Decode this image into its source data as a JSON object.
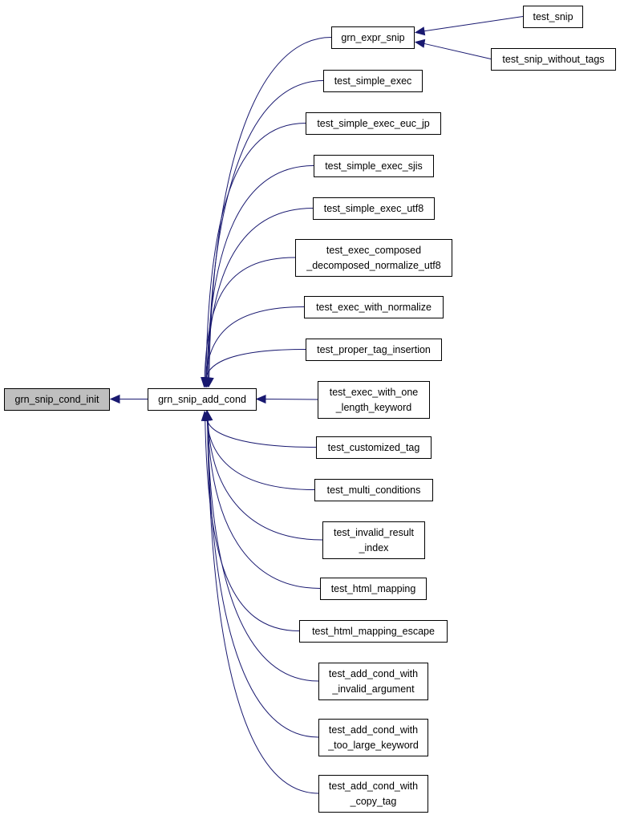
{
  "colors": {
    "edge": "#191970",
    "node_fill": "#ffffff",
    "node_highlight_fill": "#bfbfbf",
    "node_border": "#000000"
  },
  "nodes": [
    {
      "id": "grn_snip_cond_init",
      "lines": [
        "grn_snip_cond_init"
      ],
      "highlight": true
    },
    {
      "id": "grn_snip_add_cond",
      "lines": [
        "grn_snip_add_cond"
      ]
    },
    {
      "id": "grn_expr_snip",
      "lines": [
        "grn_expr_snip"
      ]
    },
    {
      "id": "test_snip",
      "lines": [
        "test_snip"
      ]
    },
    {
      "id": "test_snip_without_tags",
      "lines": [
        "test_snip_without_tags"
      ]
    },
    {
      "id": "test_simple_exec",
      "lines": [
        "test_simple_exec"
      ]
    },
    {
      "id": "test_simple_exec_euc_jp",
      "lines": [
        "test_simple_exec_euc_jp"
      ]
    },
    {
      "id": "test_simple_exec_sjis",
      "lines": [
        "test_simple_exec_sjis"
      ]
    },
    {
      "id": "test_simple_exec_utf8",
      "lines": [
        "test_simple_exec_utf8"
      ]
    },
    {
      "id": "test_exec_composed_decomposed",
      "lines": [
        "test_exec_composed",
        "_decomposed_normalize_utf8"
      ]
    },
    {
      "id": "test_exec_with_normalize",
      "lines": [
        "test_exec_with_normalize"
      ]
    },
    {
      "id": "test_proper_tag_insertion",
      "lines": [
        "test_proper_tag_insertion"
      ]
    },
    {
      "id": "test_exec_with_one_length_keyword",
      "lines": [
        "test_exec_with_one",
        "_length_keyword"
      ]
    },
    {
      "id": "test_customized_tag",
      "lines": [
        "test_customized_tag"
      ]
    },
    {
      "id": "test_multi_conditions",
      "lines": [
        "test_multi_conditions"
      ]
    },
    {
      "id": "test_invalid_result_index",
      "lines": [
        "test_invalid_result",
        "_index"
      ]
    },
    {
      "id": "test_html_mapping",
      "lines": [
        "test_html_mapping"
      ]
    },
    {
      "id": "test_html_mapping_escape",
      "lines": [
        "test_html_mapping_escape"
      ]
    },
    {
      "id": "test_add_cond_with_invalid_argument",
      "lines": [
        "test_add_cond_with",
        "_invalid_argument"
      ]
    },
    {
      "id": "test_add_cond_with_too_large_keyword",
      "lines": [
        "test_add_cond_with",
        "_too_large_keyword"
      ]
    },
    {
      "id": "test_add_cond_with_copy_tag",
      "lines": [
        "test_add_cond_with",
        "_copy_tag"
      ]
    }
  ],
  "edges": [
    {
      "from": "grn_snip_add_cond",
      "to": "grn_snip_cond_init"
    },
    {
      "from": "grn_expr_snip",
      "to": "grn_snip_add_cond"
    },
    {
      "from": "test_simple_exec",
      "to": "grn_snip_add_cond"
    },
    {
      "from": "test_simple_exec_euc_jp",
      "to": "grn_snip_add_cond"
    },
    {
      "from": "test_simple_exec_sjis",
      "to": "grn_snip_add_cond"
    },
    {
      "from": "test_simple_exec_utf8",
      "to": "grn_snip_add_cond"
    },
    {
      "from": "test_exec_composed_decomposed",
      "to": "grn_snip_add_cond"
    },
    {
      "from": "test_exec_with_normalize",
      "to": "grn_snip_add_cond"
    },
    {
      "from": "test_proper_tag_insertion",
      "to": "grn_snip_add_cond"
    },
    {
      "from": "test_exec_with_one_length_keyword",
      "to": "grn_snip_add_cond"
    },
    {
      "from": "test_customized_tag",
      "to": "grn_snip_add_cond"
    },
    {
      "from": "test_multi_conditions",
      "to": "grn_snip_add_cond"
    },
    {
      "from": "test_invalid_result_index",
      "to": "grn_snip_add_cond"
    },
    {
      "from": "test_html_mapping",
      "to": "grn_snip_add_cond"
    },
    {
      "from": "test_html_mapping_escape",
      "to": "grn_snip_add_cond"
    },
    {
      "from": "test_add_cond_with_invalid_argument",
      "to": "grn_snip_add_cond"
    },
    {
      "from": "test_add_cond_with_too_large_keyword",
      "to": "grn_snip_add_cond"
    },
    {
      "from": "test_add_cond_with_copy_tag",
      "to": "grn_snip_add_cond"
    },
    {
      "from": "test_snip",
      "to": "grn_expr_snip"
    },
    {
      "from": "test_snip_without_tags",
      "to": "grn_expr_snip"
    }
  ]
}
